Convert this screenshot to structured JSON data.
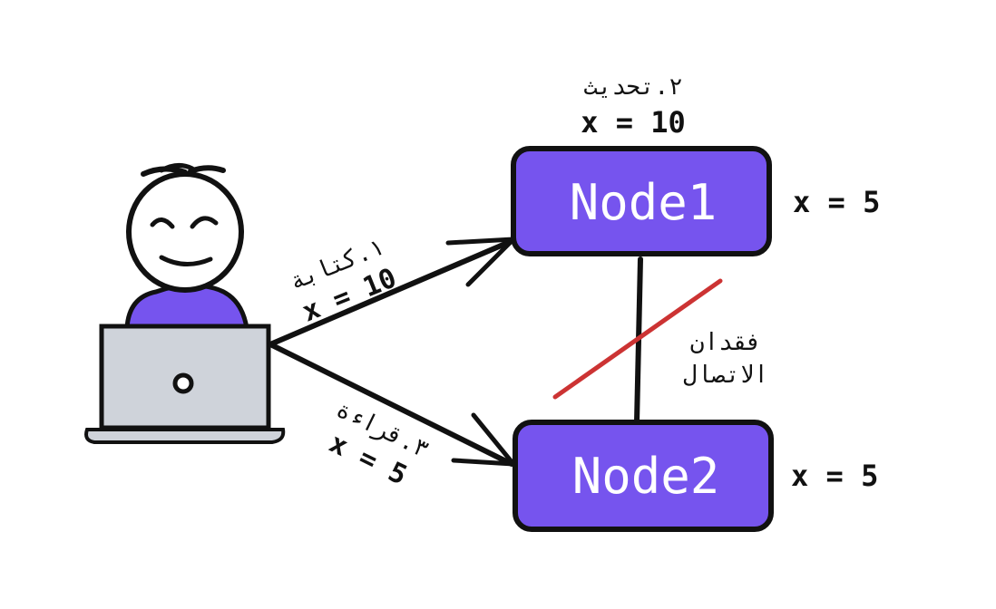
{
  "nodes": {
    "node1": {
      "label": "Node1",
      "value": "x = 5",
      "update_step": "٢.تحديث",
      "update_value": "x = 10"
    },
    "node2": {
      "label": "Node2",
      "value": "x = 5"
    }
  },
  "edges": {
    "write": {
      "step": "١.كتابة",
      "value": "x = 10"
    },
    "read": {
      "step": "٣.قراءة",
      "value": "x = 5"
    },
    "partition": {
      "line1": "فقدان",
      "line2": "الاتصال"
    }
  },
  "colors": {
    "node_fill": "#7654ee",
    "person_shirt": "#7654ee",
    "laptop": "#cfd3da",
    "cut_line": "#cc3333",
    "stroke": "#111111"
  },
  "icons": [
    "person-icon",
    "laptop-icon"
  ]
}
